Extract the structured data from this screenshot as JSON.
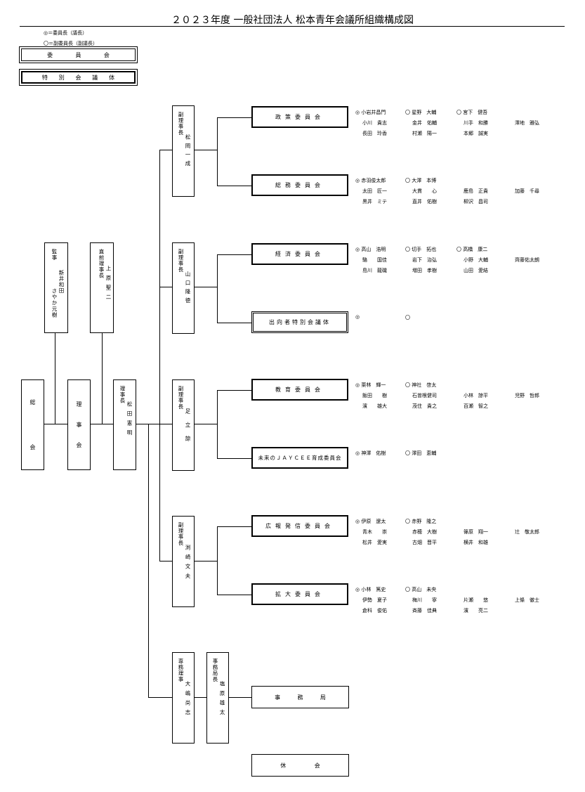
{
  "title": "２０２３年度 一般社団法人 松本青年会議所組織構成図",
  "legend": [
    "◎＝委員長（議長）",
    "〇＝副委員長（副議長）"
  ],
  "top_boxes": {
    "committee": [
      "委",
      "員",
      "会"
    ],
    "special": [
      "特",
      "別",
      "会",
      "議",
      "体"
    ]
  },
  "left": {
    "soukai": [
      "総",
      "会"
    ],
    "rijikai": [
      "理",
      "事",
      "会"
    ],
    "kanji": {
      "role": "監事",
      "names": [
        "新井和田",
        "さやか元樹"
      ]
    },
    "chokuzen": {
      "role": "直前理事長",
      "name": "上原聖二"
    },
    "rijicho": {
      "role": "理事長",
      "name": "松田憲明"
    }
  },
  "vps": [
    {
      "role": "副理事長",
      "name": "松岡一成"
    },
    {
      "role": "副理事長",
      "name": "山口隆徳"
    },
    {
      "role": "副理事長",
      "name": "足立諒"
    },
    {
      "role": "副理事長",
      "name": "渕崎文夫"
    },
    {
      "role": "専務理事",
      "name": "大嶋尚志"
    },
    {
      "role": "事務局長",
      "name": "塩原雄太"
    }
  ],
  "committees": [
    {
      "name": "政策委員会",
      "rows": [
        [
          "◎ 小岩井昌門",
          "〇 星野　大輔",
          "〇 宮下　健吾",
          ""
        ],
        [
          "小川　貴志",
          "金井　佑輔",
          "川手　和勝",
          "澤地　雅弘"
        ],
        [
          "長田　玲香",
          "村瀬　陽一",
          "本郷　誠実",
          ""
        ]
      ]
    },
    {
      "name": "総務委員会",
      "rows": [
        [
          "◎ 赤羽俊太郎",
          "〇 大澤　本博",
          "",
          ""
        ],
        [
          "太田　匠一",
          "大貫　　心",
          "鹿島　正貴",
          "加藤　千尋"
        ],
        [
          "黒井　ミテ",
          "直井　佑樹",
          "柳沢　昌司",
          ""
        ]
      ]
    },
    {
      "name": "経済委員会",
      "rows": [
        [
          "◎ 高山　浩明",
          "〇 切手　拓也",
          "〇 高橋　康二",
          ""
        ],
        [
          "駱　　国佳",
          "岩下　治弘",
          "小野　大輔",
          "齊藤佑太朗"
        ],
        [
          "島川　龍磯",
          "増田　孝樹",
          "山田　愛結",
          ""
        ]
      ]
    },
    {
      "name": "出向者特別会議体",
      "rows": [
        [
          "◎",
          "〇",
          "",
          ""
        ]
      ]
    },
    {
      "name": "教育委員会",
      "rows": [
        [
          "◎ 栗林　輝一",
          "〇 神社　啓太",
          "",
          ""
        ],
        [
          "飯田　　樹",
          "石曽根健司",
          "小林　諒平",
          "児野　哲郎"
        ],
        [
          "濱　　雄大",
          "茂住　貴之",
          "百瀬　智之",
          ""
        ]
      ]
    },
    {
      "name": "未来のＪＡＹＣＥＥ育成委員会",
      "rows": [
        [
          "◎ 神澤　佑樹",
          "〇 澤田　恵輔",
          "",
          ""
        ]
      ]
    },
    {
      "name": "広報発信委員会",
      "rows": [
        [
          "◎ 伊原　遼太",
          "〇 赤野　隆之",
          "",
          ""
        ],
        [
          "青木　　崇",
          "赤穂　大樹",
          "篠原　翔一",
          "辻　敬太郎"
        ],
        [
          "松井　愛実",
          "古畑　晋平",
          "横井　和雄",
          ""
        ]
      ]
    },
    {
      "name": "拡大委員会",
      "rows": [
        [
          "◎ 小林　篤史",
          "〇 高山　未央",
          "",
          ""
        ],
        [
          "伊勢　夏子",
          "梅川　　寧",
          "片瀬　　悠",
          "上條　徹士"
        ],
        [
          "倉科　俊佑",
          "斉藤　佳典",
          "濱　　亮二",
          ""
        ]
      ]
    }
  ],
  "jimukyoku": [
    "事",
    "務",
    "局"
  ],
  "kyukai": [
    "休",
    "会"
  ]
}
